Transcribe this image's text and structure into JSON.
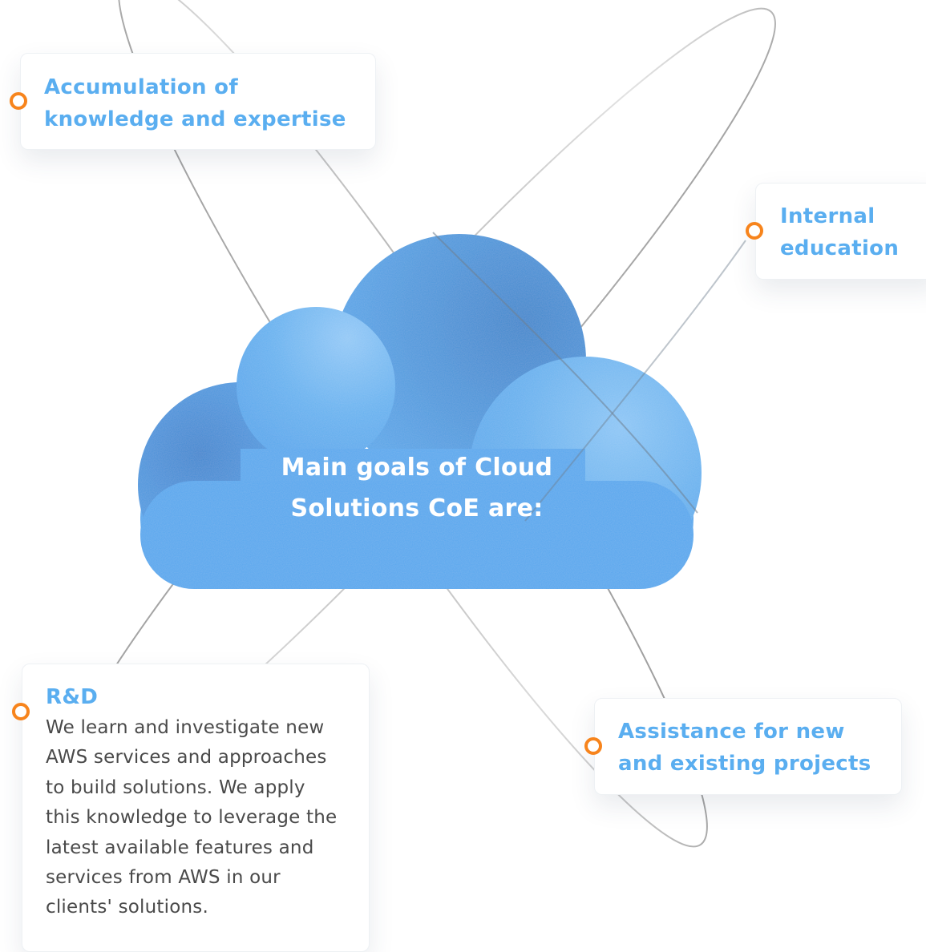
{
  "diagram": {
    "center": {
      "line1": "Main goals of Cloud",
      "line2": "Solutions CoE are:"
    },
    "goals": [
      {
        "title_line1": "Accumulation of",
        "title_line2": "knowledge and expertise"
      },
      {
        "title_line1": "Internal",
        "title_line2": "education"
      },
      {
        "title": "R&D",
        "body": [
          "We learn and investigate new",
          "AWS services and approaches",
          "to build solutions. We apply",
          "this knowledge to leverage the",
          "latest available features and",
          "services from AWS in our",
          "clients' solutions."
        ]
      },
      {
        "title_line1": "Assistance for new",
        "title_line2": "and existing projects"
      }
    ]
  },
  "colors": {
    "title_blue": "#5aaef0",
    "cloud_blue": "#5aa9ec",
    "cloud_blue_dark": "#3f8ad3",
    "dot_orange": "#f7841c",
    "orbit_dark": "#8a8a8a",
    "orbit_light": "#d9d9d9",
    "body_text": "#4a4a4a"
  }
}
